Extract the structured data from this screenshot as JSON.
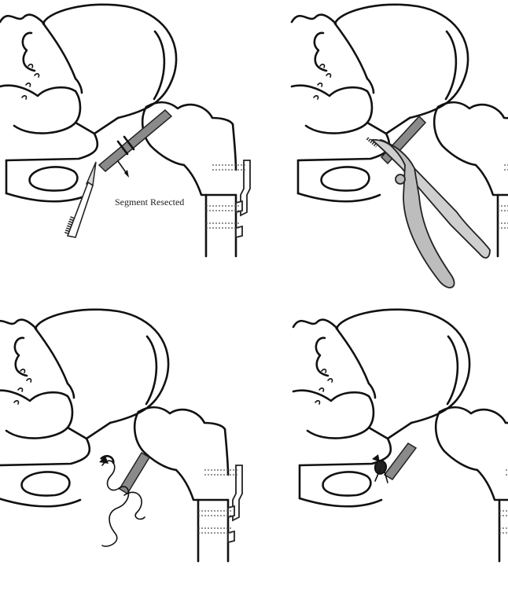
{
  "figure": {
    "panels": [
      {
        "id": "panel-1",
        "step": "resection",
        "label": "Segment Resected"
      },
      {
        "id": "panel-2",
        "step": "clamp"
      },
      {
        "id": "panel-3",
        "step": "suture"
      },
      {
        "id": "panel-4",
        "step": "tied"
      }
    ]
  },
  "colors": {
    "ink": "#111111",
    "graft": "#8a8a8a",
    "clamp": "#cfcfcf",
    "background": "#ffffff"
  },
  "icons": [
    "scalpel-icon",
    "clamp-icon",
    "suture-needle-icon",
    "arrow-icon"
  ]
}
